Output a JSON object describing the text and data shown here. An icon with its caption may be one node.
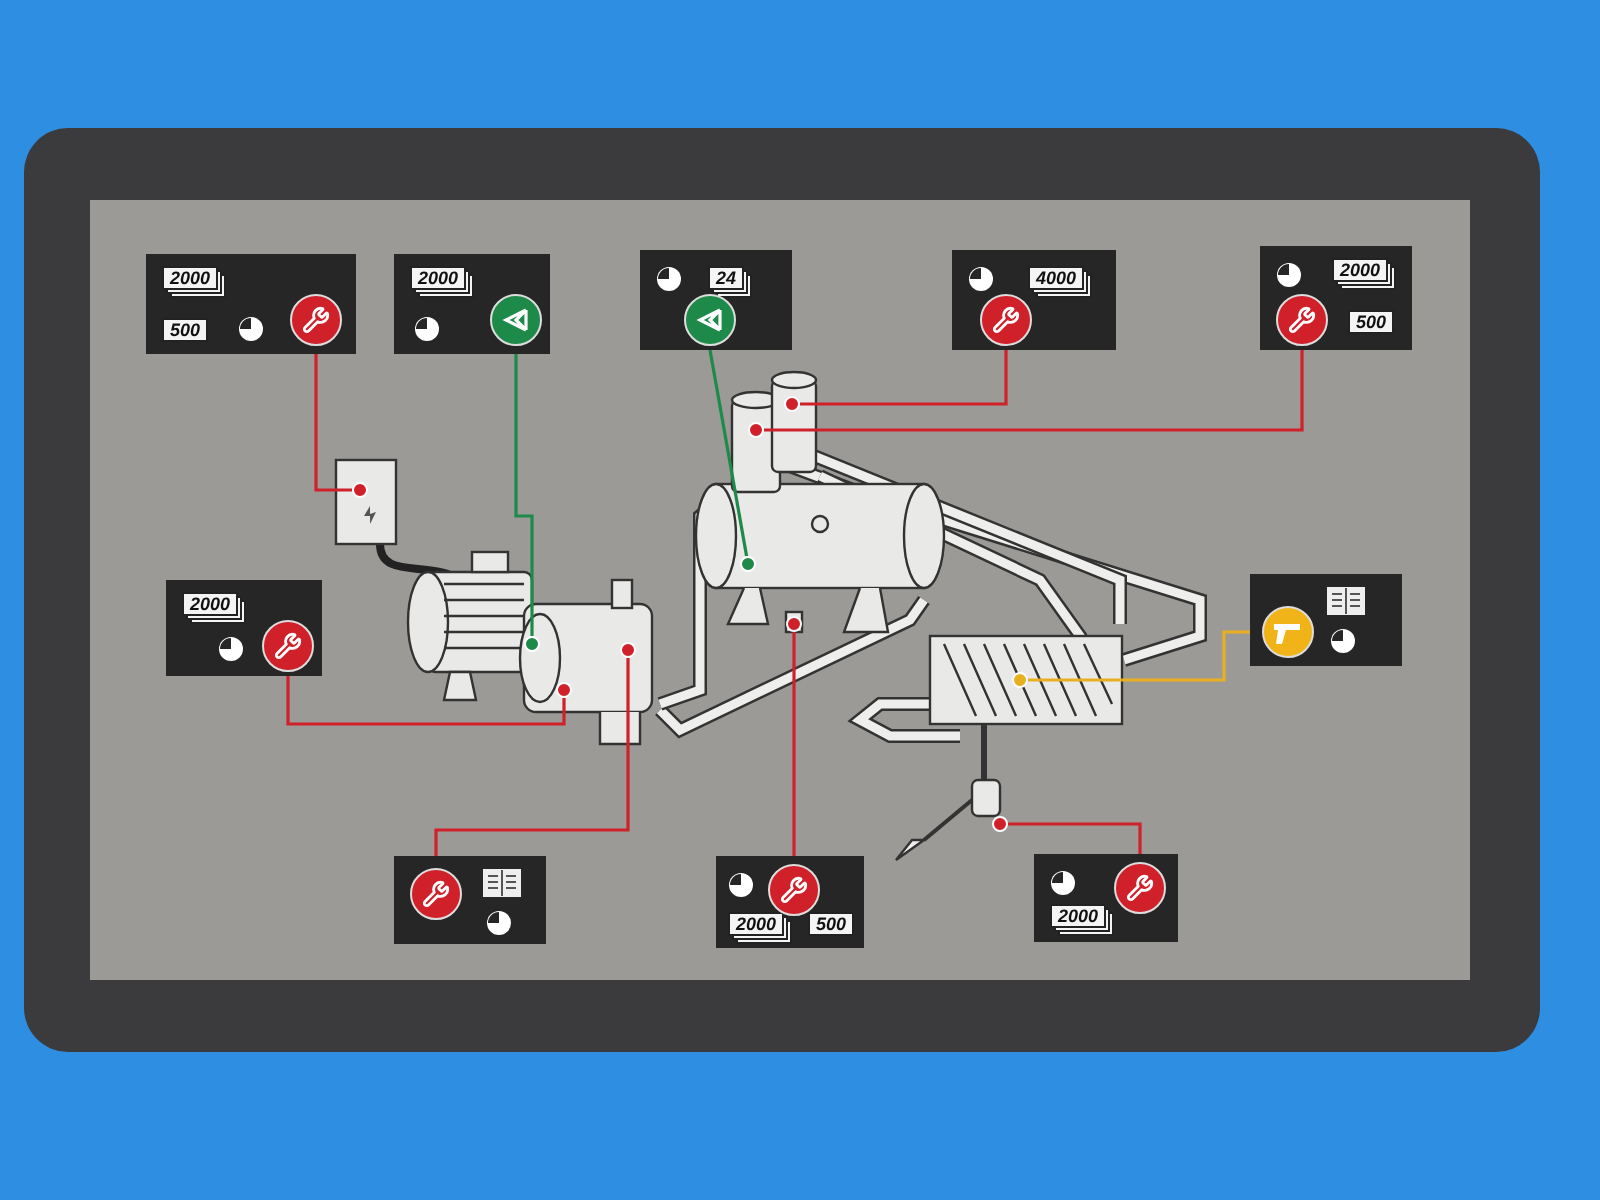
{
  "diagram": {
    "nodes": [
      {
        "text": [
          "2000",
          "500"
        ]
      },
      {
        "text": [
          "2000"
        ]
      },
      {
        "text": [
          "24"
        ]
      },
      {
        "text": [
          "4000"
        ]
      },
      {
        "text": [
          "2000",
          "500"
        ]
      },
      {
        "text": [
          "2000"
        ]
      },
      {
        "text": [],
        "shape": "box"
      },
      {
        "text": [],
        "shape": "box"
      },
      {
        "text": [
          "2000",
          "500"
        ]
      },
      {
        "text": [
          "2000"
        ]
      },
      {
        "text": [],
        "shape": "circle"
      },
      {
        "text": [],
        "shape": "circle"
      },
      {
        "text": [],
        "shape": "circle"
      },
      {
        "text": [],
        "shape": "circle"
      },
      {
        "text": [],
        "shape": "circle"
      },
      {
        "text": [],
        "shape": "circle"
      },
      {
        "text": [],
        "shape": "circle"
      },
      {
        "text": [],
        "shape": "circle"
      },
      {
        "text": [],
        "shape": "circle"
      },
      {
        "text": [],
        "shape": "circle"
      }
    ],
    "edges": [
      {
        "from": 0,
        "to": 10,
        "arrow": "none"
      },
      {
        "from": 1,
        "to": 11,
        "arrow": "none",
        "color": "#1e8a4a"
      },
      {
        "from": 2,
        "to": 12,
        "arrow": "none",
        "color": "#1e8a4a"
      },
      {
        "from": 3,
        "to": 13,
        "arrow": "none"
      },
      {
        "from": 4,
        "to": 14,
        "arrow": "none"
      },
      {
        "from": 5,
        "to": 15,
        "arrow": "none"
      },
      {
        "from": 6,
        "to": 19,
        "arrow": "none",
        "color": "#e8b020"
      },
      {
        "from": 7,
        "to": 16,
        "arrow": "none"
      },
      {
        "from": 8,
        "to": 17,
        "arrow": "none"
      },
      {
        "from": 9,
        "to": 18,
        "arrow": "none"
      }
    ]
  }
}
